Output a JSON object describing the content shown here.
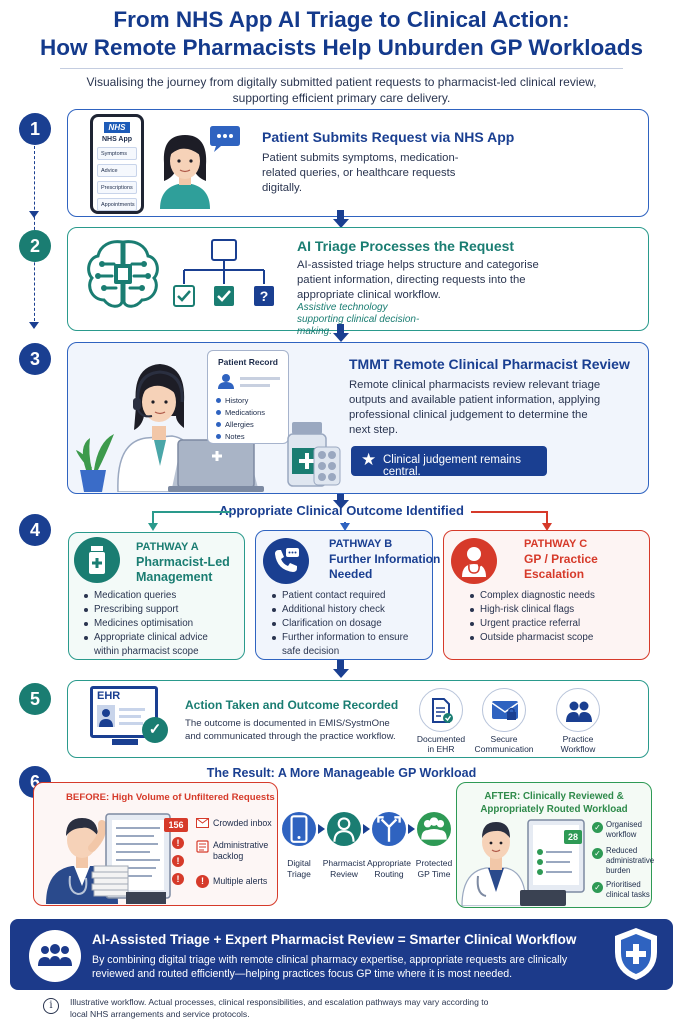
{
  "header": {
    "title_line1": "From NHS App AI Triage to Clinical Action:",
    "title_line2": "How Remote Pharmacists Help Unburden GP Workloads",
    "subtitle": "Visualising the journey from digitally submitted patient requests to pharmacist-led clinical review, supporting efficient primary care delivery."
  },
  "colors": {
    "navy": "#1a3f91",
    "teal": "#1a7d72",
    "red": "#d63a2a",
    "green": "#2e9a55"
  },
  "step1": {
    "number": "1",
    "title": "Patient Submits Request via NHS App",
    "body": "Patient submits symptoms, medication-related queries, or healthcare requests digitally.",
    "phone": {
      "logo": "NHS",
      "app_title": "NHS App",
      "items": [
        "Symptoms",
        "Advice",
        "Prescriptions",
        "Appointments"
      ]
    }
  },
  "step2": {
    "number": "2",
    "title": "AI Triage Processes the Request",
    "body": "AI-assisted triage helps structure and categorise patient information, directing requests into the appropriate clinical workflow.",
    "note": "Assistive technology supporting clinical decision-making.",
    "unknown_mark": "?"
  },
  "step3": {
    "number": "3",
    "title": "TMMT Remote Clinical Pharmacist Review",
    "body": "Remote clinical pharmacists review relevant triage outputs and available patient information, applying professional clinical judgement to determine the next step.",
    "record_title": "Patient Record",
    "record_items": [
      "History",
      "Medications",
      "Allergies",
      "Notes"
    ],
    "banner": "Clinical judgement remains central."
  },
  "step4": {
    "number": "4",
    "heading": "Appropriate Clinical Outcome Identified",
    "pathways": [
      {
        "tag": "PATHWAY A",
        "title_l1": "Pharmacist-Led",
        "title_l2": "Management",
        "items": [
          "Medication queries",
          "Prescribing support",
          "Medicines optimisation",
          "Appropriate clinical advice within pharmacist scope"
        ]
      },
      {
        "tag": "PATHWAY B",
        "title_l1": "Further Information",
        "title_l2": "Needed",
        "items": [
          "Patient contact required",
          "Additional history check",
          "Clarification on dosage",
          "Further information to ensure safe decision"
        ]
      },
      {
        "tag": "PATHWAY C",
        "title_l1": "GP / Practice",
        "title_l2": "Escalation",
        "items": [
          "Complex diagnostic needs",
          "High-risk clinical flags",
          "Urgent practice referral",
          "Outside pharmacist scope"
        ]
      }
    ]
  },
  "step5": {
    "number": "5",
    "title": "Action Taken and Outcome Recorded",
    "body": "The outcome is documented in EMIS/SystmOne and communicated through the practice workflow.",
    "ehr_label": "EHR",
    "icons": [
      {
        "l1": "Documented",
        "l2": "in EHR"
      },
      {
        "l1": "Secure",
        "l2": "Communication"
      },
      {
        "l1": "Practice",
        "l2": "Workflow"
      }
    ]
  },
  "step6": {
    "number": "6",
    "heading": "The Result: A More Manageable GP Workload",
    "before": {
      "title": "BEFORE: High Volume of Unfiltered Requests",
      "count": "156",
      "items": [
        "Crowded inbox",
        "Administrative backlog",
        "Multiple alerts"
      ]
    },
    "flow": [
      {
        "l1": "Digital",
        "l2": "Triage"
      },
      {
        "l1": "Pharmacist",
        "l2": "Review"
      },
      {
        "l1": "Appropriate",
        "l2": "Routing"
      },
      {
        "l1": "Protected",
        "l2": "GP Time"
      }
    ],
    "after": {
      "title_l1": "AFTER: Clinically Reviewed &",
      "title_l2": "Appropriately Routed Workload",
      "count": "28",
      "items": [
        "Organised workflow",
        "Reduced administrative burden",
        "Prioritised clinical tasks"
      ]
    }
  },
  "footer_banner": {
    "title": "AI-Assisted Triage + Expert Pharmacist Review = Smarter Clinical Workflow",
    "body": "By combining digital triage with remote clinical pharmacy expertise, appropriate requests are clinically reviewed and routed efficiently—helping practices focus GP time where it is most needed."
  },
  "disclaimer": {
    "icon": "i",
    "text": "Illustrative workflow. Actual processes, clinical responsibilities, and escalation pathways may vary according to local NHS arrangements and service protocols."
  }
}
